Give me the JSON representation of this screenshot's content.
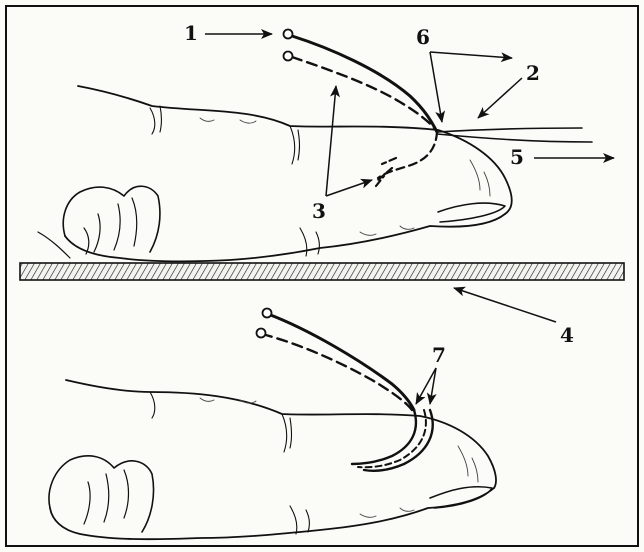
{
  "labels": {
    "l1": "1",
    "l2": "2",
    "l3": "3",
    "l4": "4",
    "l5": "5",
    "l6": "6",
    "l7": "7"
  },
  "colors": {
    "ink": "#111111",
    "paper": "#fbfbf8",
    "hatch": "#333333"
  },
  "icons": {
    "suture_end": "open-circle-icon",
    "arrow": "arrow-icon"
  }
}
